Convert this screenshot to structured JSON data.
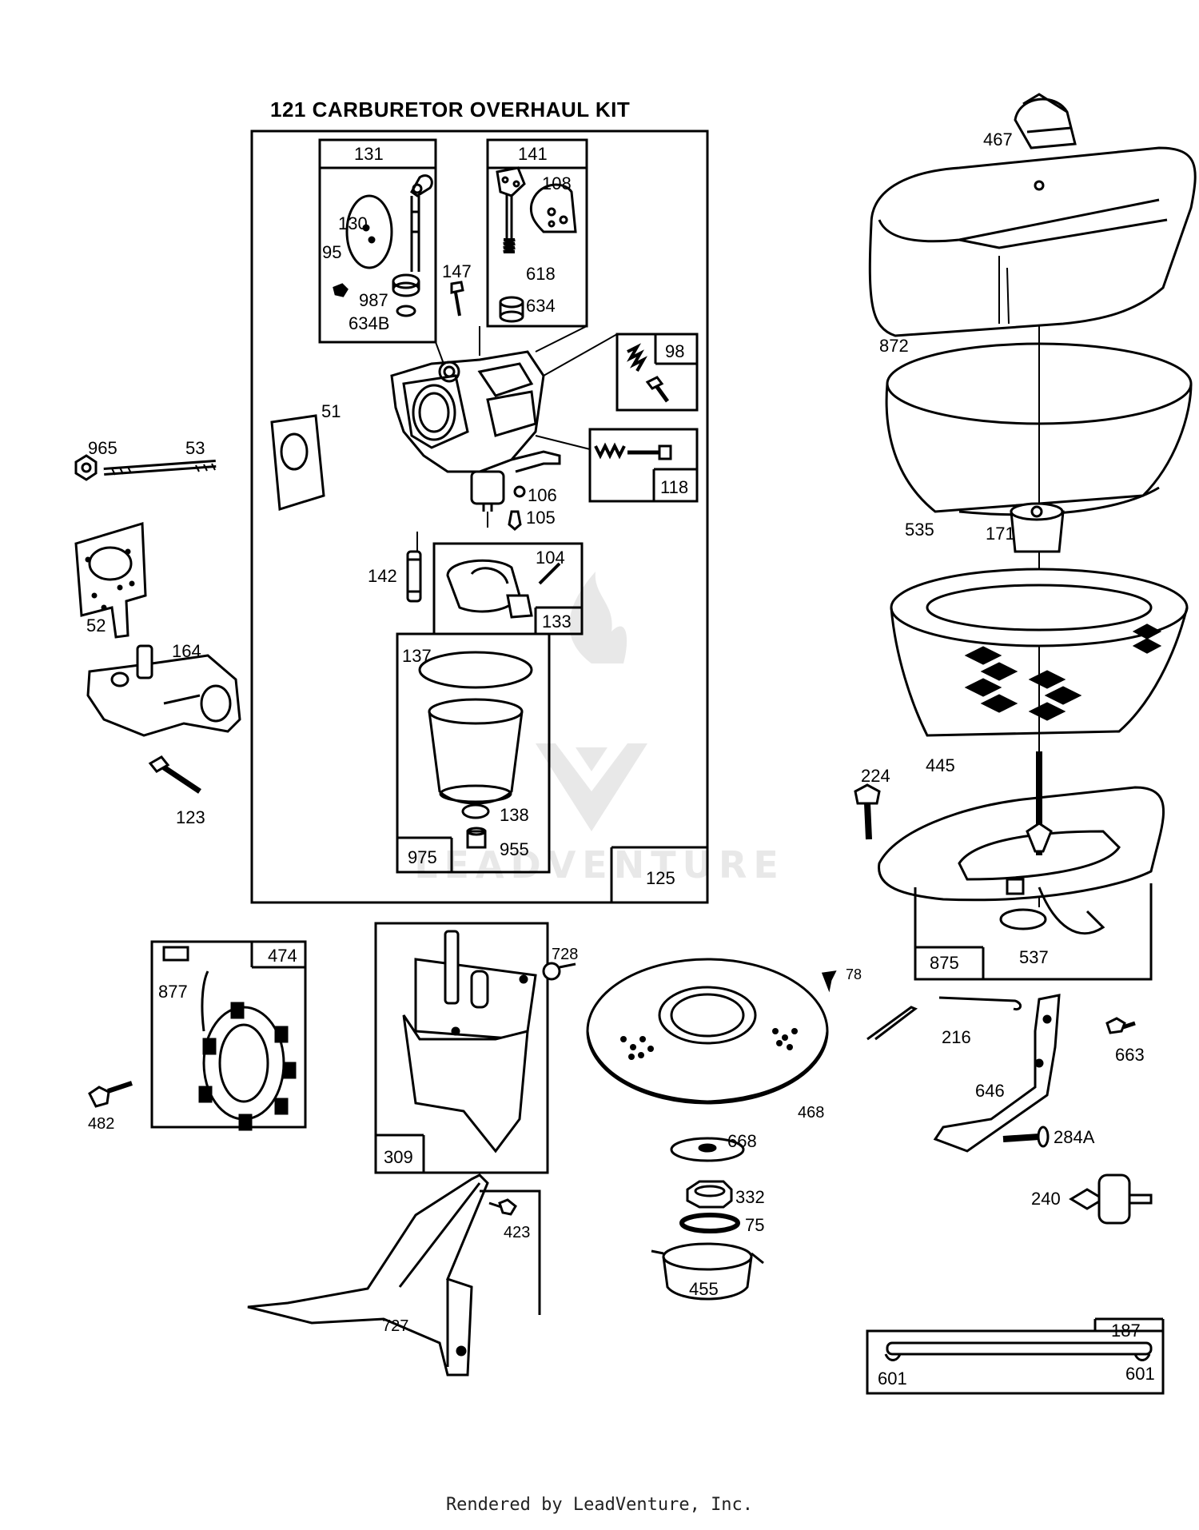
{
  "diagram": {
    "title": "121 CARBURETOR OVERHAUL KIT",
    "footer": "Rendered by LeadVenture, Inc.",
    "watermark": "LEADVENTURE",
    "line_color": "#000000",
    "watermark_color": "#e8e8e8",
    "part_numbers": {
      "p131": "131",
      "p141": "141",
      "p108": "108",
      "p130": "130",
      "p95": "95",
      "p987": "987",
      "p634B": "634B",
      "p147": "147",
      "p618": "618",
      "p634": "634",
      "p98": "98",
      "p51": "51",
      "p965": "965",
      "p53": "53",
      "p118": "118",
      "p106": "106",
      "p105": "105",
      "p142": "142",
      "p104": "104",
      "p133": "133",
      "p52": "52",
      "p164": "164",
      "p137": "137",
      "p123": "123",
      "p138": "138",
      "p975": "975",
      "p955": "955",
      "p125": "125",
      "p467": "467",
      "p872": "872",
      "p535": "535",
      "p171": "171",
      "p445": "445",
      "p224": "224",
      "p875": "875",
      "p537": "537",
      "p474": "474",
      "p877": "877",
      "p482": "482",
      "p728": "728",
      "p309": "309",
      "p78": "78",
      "p468": "468",
      "p216": "216",
      "p663": "663",
      "p646": "646",
      "p284A": "284A",
      "p668": "668",
      "p332": "332",
      "p75": "75",
      "p455": "455",
      "p240": "240",
      "p423": "423",
      "p727": "727",
      "p187": "187",
      "p601a": "601",
      "p601b": "601"
    }
  }
}
